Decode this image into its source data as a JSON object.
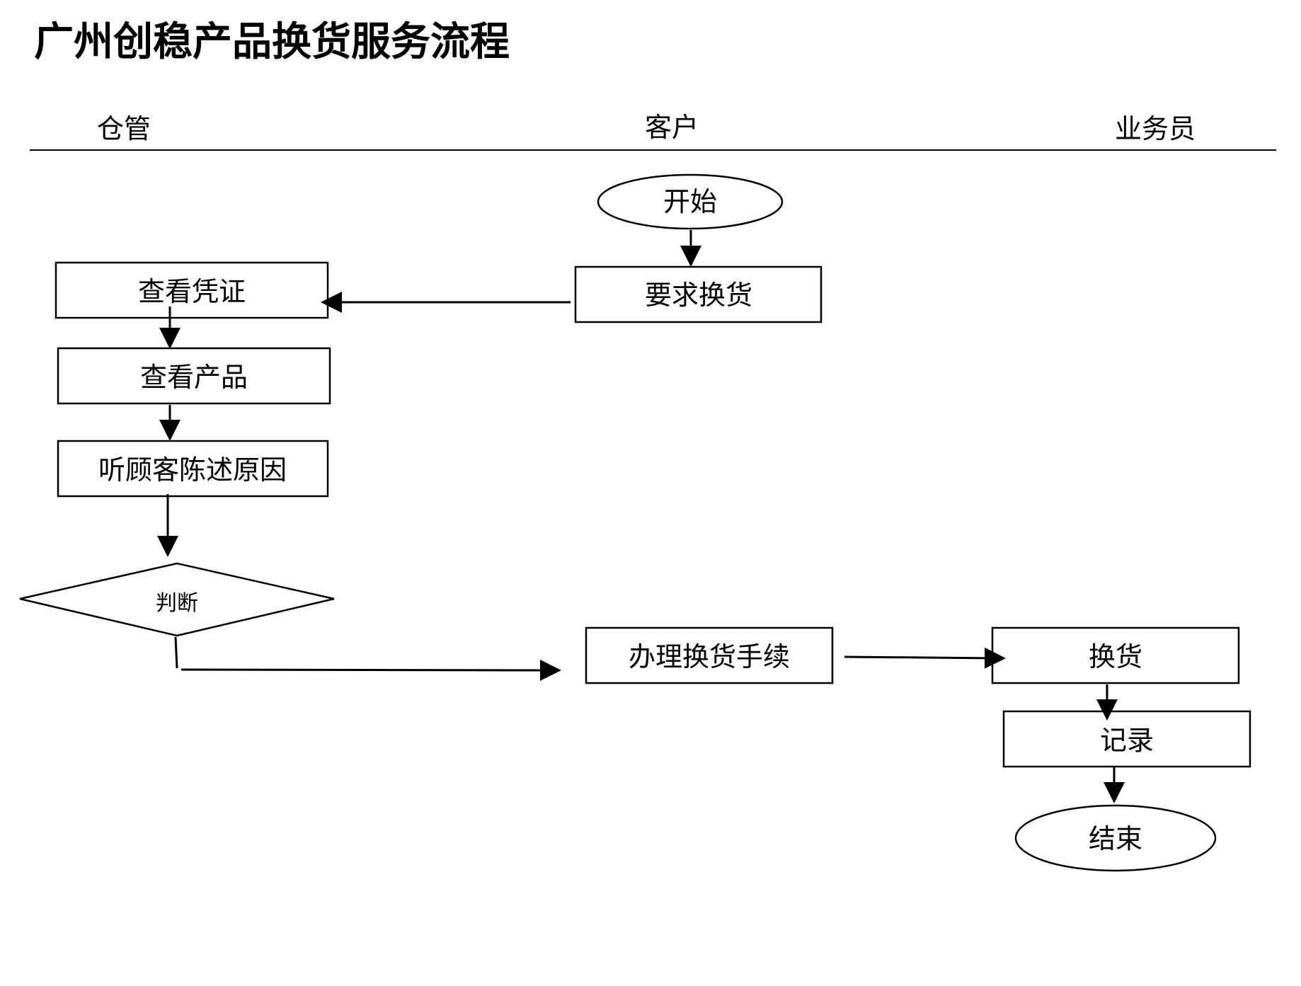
{
  "title": "广州创稳产品换货服务流程",
  "lanes": {
    "warehouse": "仓管",
    "customer": "客户",
    "salesperson": "业务员"
  },
  "nodes": {
    "start": "开始",
    "request_exchange": "要求换货",
    "check_voucher": "查看凭证",
    "check_product": "查看产品",
    "listen_reason": "听顾客陈述原因",
    "judge": "判断",
    "handle_procedure": "办理换货手续",
    "exchange": "换货",
    "record": "记录",
    "end": "结束"
  }
}
